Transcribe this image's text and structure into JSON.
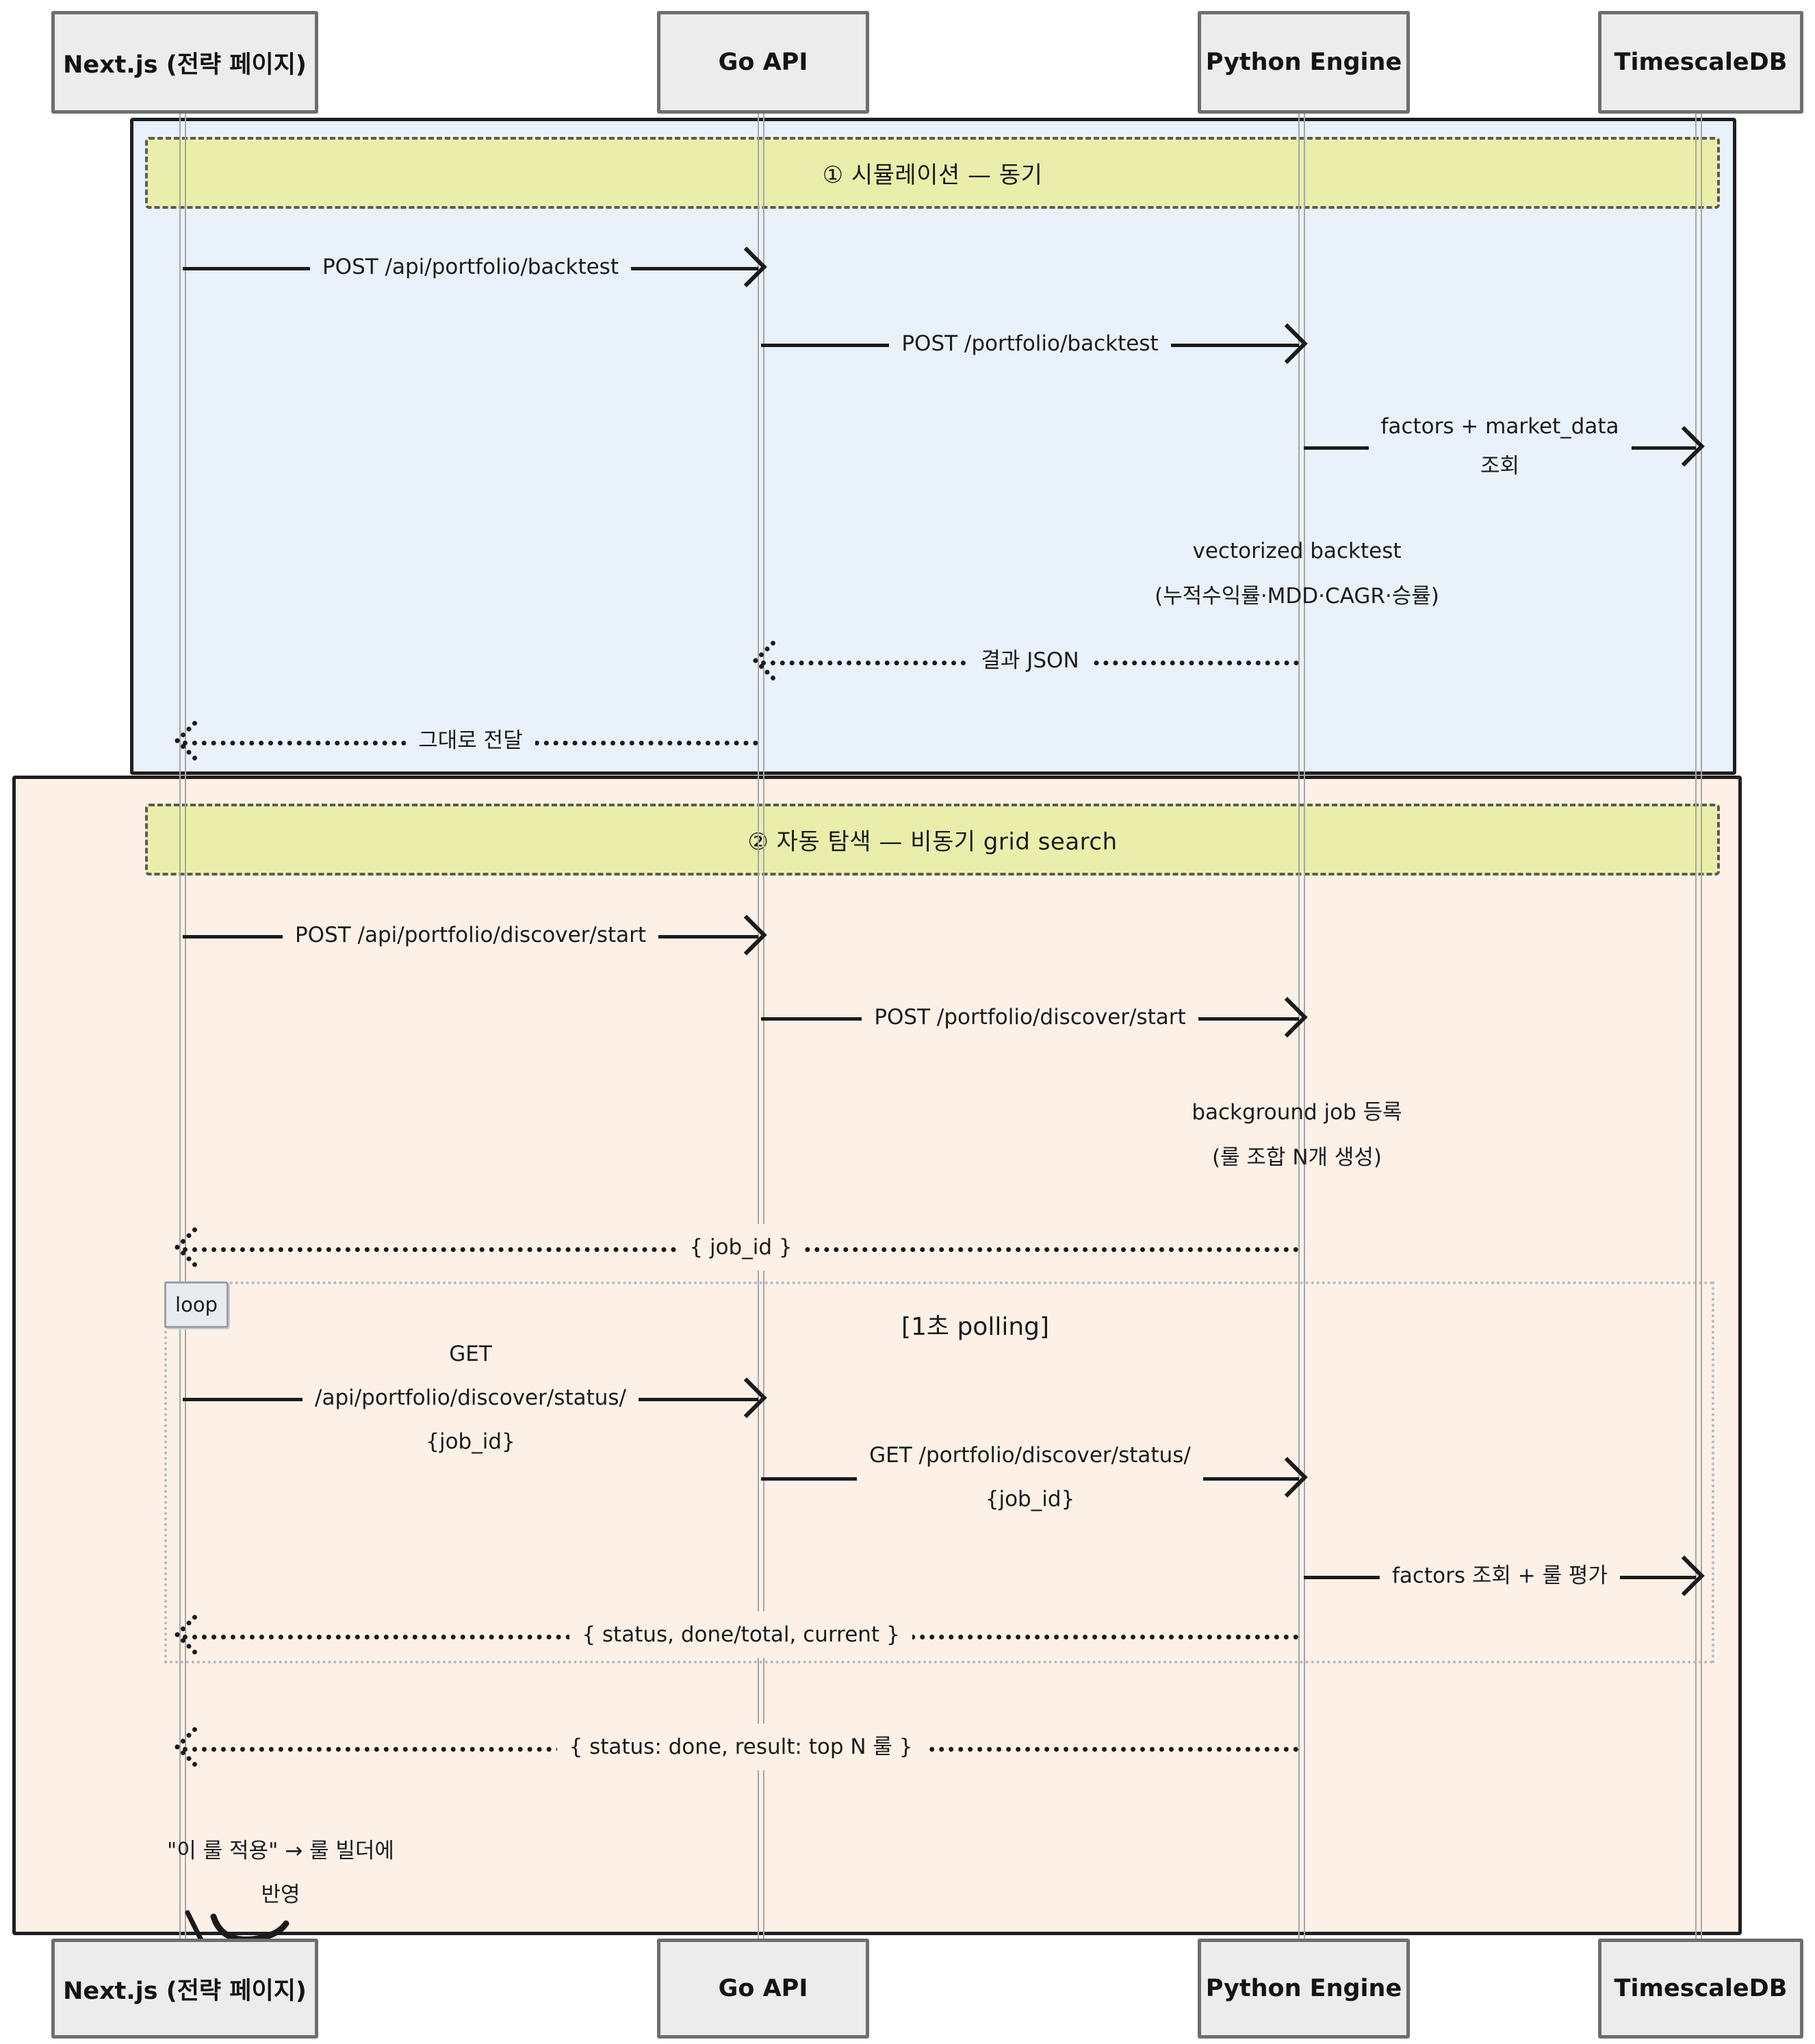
{
  "diagram": {
    "type": "sequence-diagram",
    "participants": [
      {
        "name": "Next.js (전략 페이지)"
      },
      {
        "name": "Go API"
      },
      {
        "name": "Python Engine"
      },
      {
        "name": "TimescaleDB"
      }
    ],
    "frames": [
      {
        "title": "① 시뮬레이션 — 동기"
      },
      {
        "title": "② 자동 탐색 — 비동기 grid search"
      }
    ],
    "loop": {
      "label": "loop",
      "condition": "[1초 polling]"
    },
    "messages": [
      {
        "from": "Next.js (전략 페이지)",
        "to": "Go API",
        "type": "solid",
        "lines": [
          "POST /api/portfolio/backtest"
        ]
      },
      {
        "from": "Go API",
        "to": "Python Engine",
        "type": "solid",
        "lines": [
          "POST /portfolio/backtest"
        ]
      },
      {
        "from": "Python Engine",
        "to": "TimescaleDB",
        "type": "solid",
        "lines": [
          "factors + market_data",
          "조회"
        ]
      },
      {
        "from": "Python Engine",
        "to": "Go API",
        "type": "dotted",
        "lines": [
          "결과 JSON"
        ]
      },
      {
        "from": "Go API",
        "to": "Next.js (전략 페이지)",
        "type": "dotted",
        "lines": [
          "그대로 전달"
        ]
      },
      {
        "from": "Next.js (전략 페이지)",
        "to": "Go API",
        "type": "solid",
        "lines": [
          "POST /api/portfolio/discover/start"
        ]
      },
      {
        "from": "Go API",
        "to": "Python Engine",
        "type": "solid",
        "lines": [
          "POST /portfolio/discover/start"
        ]
      },
      {
        "from": "Python Engine",
        "to": "Next.js (전략 페이지)",
        "type": "dotted",
        "lines": [
          "{ job_id }"
        ]
      },
      {
        "from": "Next.js (전략 페이지)",
        "to": "Go API",
        "type": "solid",
        "lines": [
          "GET",
          "/api/portfolio/discover/status/",
          "{job_id}"
        ]
      },
      {
        "from": "Go API",
        "to": "Python Engine",
        "type": "solid",
        "lines": [
          "GET /portfolio/discover/status/",
          "{job_id}"
        ]
      },
      {
        "from": "Python Engine",
        "to": "TimescaleDB",
        "type": "solid",
        "lines": [
          "factors 조회 + 룰 평가"
        ]
      },
      {
        "from": "Python Engine",
        "to": "Next.js (전략 페이지)",
        "type": "dotted",
        "lines": [
          "{ status, done/total, current }"
        ]
      },
      {
        "from": "Python Engine",
        "to": "Next.js (전략 페이지)",
        "type": "dotted",
        "lines": [
          "{ status: done, result: top N 룰 }"
        ]
      }
    ],
    "notes": [
      {
        "lines": [
          "vectorized backtest",
          "(누적수익률·MDD·CAGR·승률)"
        ]
      },
      {
        "lines": [
          "background job 등록",
          "(룰 조합 N개 생성)"
        ]
      },
      {
        "lines": [
          "\"이 룰 적용\" → 룰 빌더에",
          "반영"
        ]
      }
    ],
    "colors": {
      "frame1_bg": "#e9f2fb",
      "frame2_bg": "#fdf1e7",
      "band_bg": "#e9efab",
      "participant_bg": "#ececec",
      "participant_border": "#6e6e6e",
      "arrow": "#1b1b1b",
      "lifeline": "#a6a6a6",
      "loop_label_bg": "#e8ecf1"
    }
  }
}
